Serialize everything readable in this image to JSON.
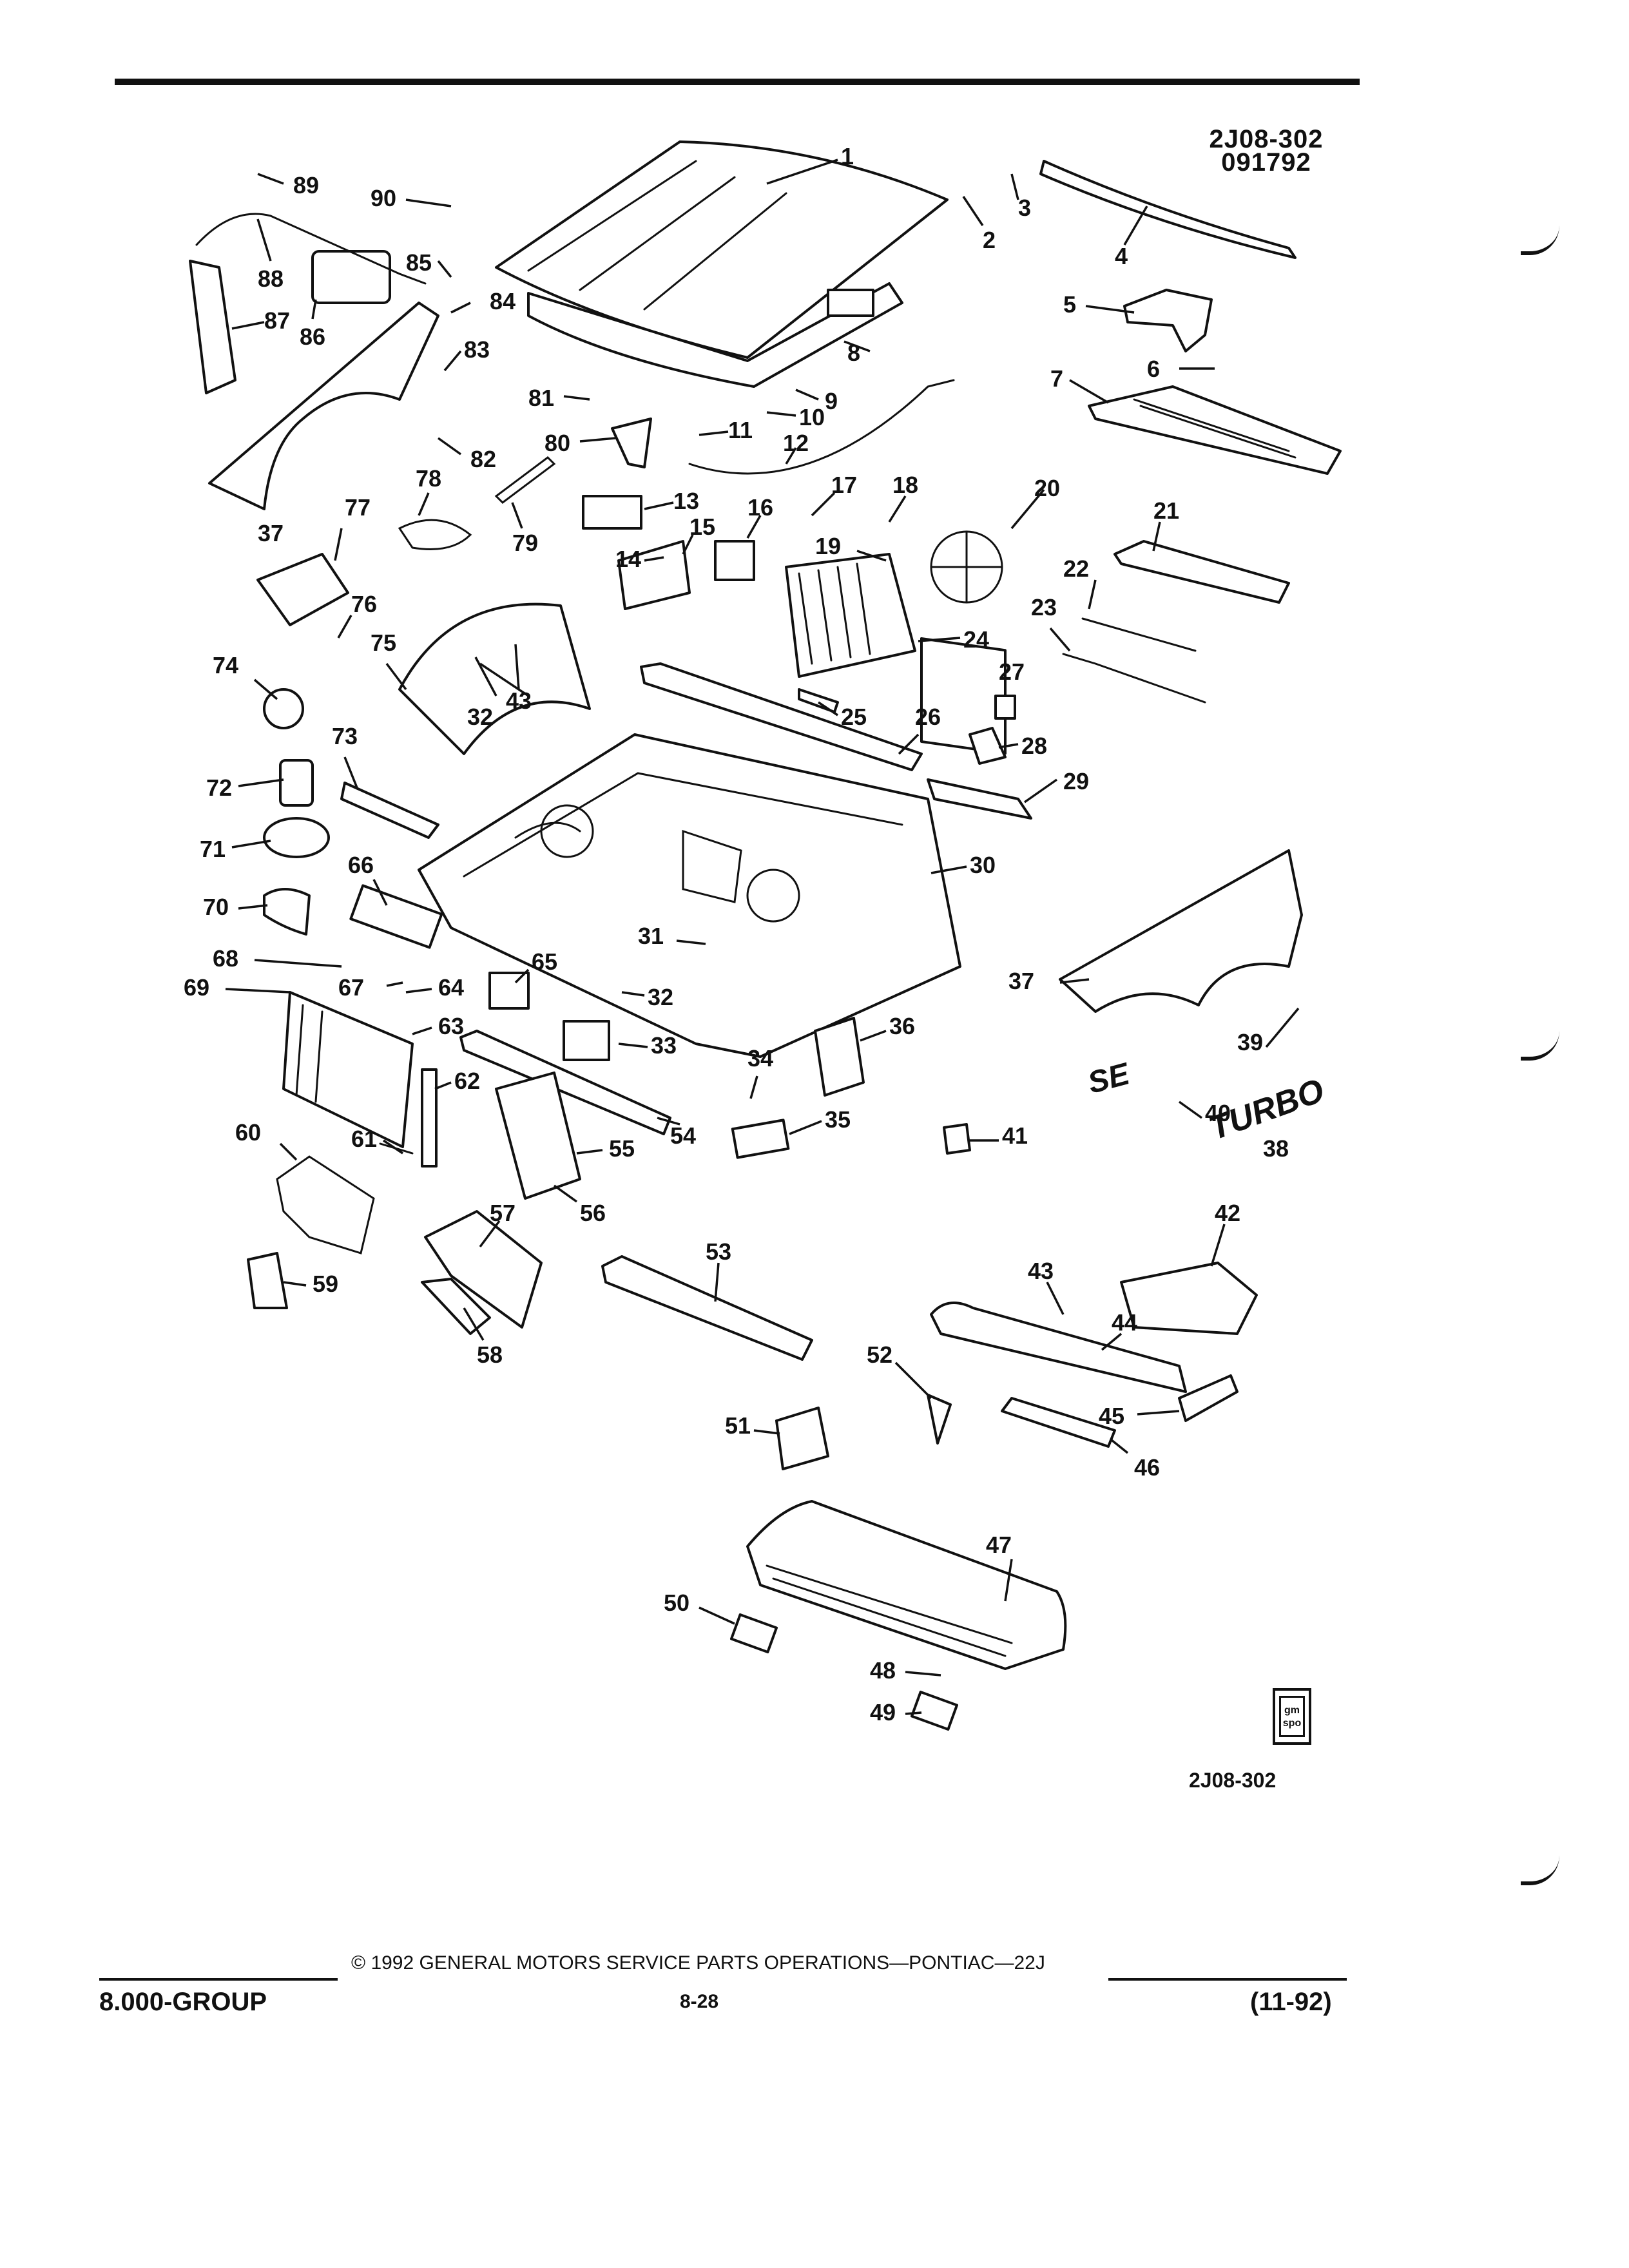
{
  "header": {
    "code": "2J08-302",
    "date_code": "091792"
  },
  "parts": [
    {
      "n": "1"
    },
    {
      "n": "2"
    },
    {
      "n": "3"
    },
    {
      "n": "4"
    },
    {
      "n": "5"
    },
    {
      "n": "6"
    },
    {
      "n": "7"
    },
    {
      "n": "8"
    },
    {
      "n": "9"
    },
    {
      "n": "10"
    },
    {
      "n": "11"
    },
    {
      "n": "12"
    },
    {
      "n": "13"
    },
    {
      "n": "14"
    },
    {
      "n": "15"
    },
    {
      "n": "16"
    },
    {
      "n": "17"
    },
    {
      "n": "18"
    },
    {
      "n": "19"
    },
    {
      "n": "20"
    },
    {
      "n": "21"
    },
    {
      "n": "22"
    },
    {
      "n": "23"
    },
    {
      "n": "24"
    },
    {
      "n": "25"
    },
    {
      "n": "26"
    },
    {
      "n": "27"
    },
    {
      "n": "28"
    },
    {
      "n": "29"
    },
    {
      "n": "30"
    },
    {
      "n": "31"
    },
    {
      "n": "32"
    },
    {
      "n": "32"
    },
    {
      "n": "33"
    },
    {
      "n": "34"
    },
    {
      "n": "35"
    },
    {
      "n": "36"
    },
    {
      "n": "37"
    },
    {
      "n": "37"
    },
    {
      "n": "38"
    },
    {
      "n": "39"
    },
    {
      "n": "40"
    },
    {
      "n": "41"
    },
    {
      "n": "42"
    },
    {
      "n": "43"
    },
    {
      "n": "43"
    },
    {
      "n": "44"
    },
    {
      "n": "45"
    },
    {
      "n": "46"
    },
    {
      "n": "47"
    },
    {
      "n": "48"
    },
    {
      "n": "49"
    },
    {
      "n": "50"
    },
    {
      "n": "51"
    },
    {
      "n": "52"
    },
    {
      "n": "53"
    },
    {
      "n": "54"
    },
    {
      "n": "55"
    },
    {
      "n": "56"
    },
    {
      "n": "57"
    },
    {
      "n": "58"
    },
    {
      "n": "59"
    },
    {
      "n": "60"
    },
    {
      "n": "61"
    },
    {
      "n": "62"
    },
    {
      "n": "63"
    },
    {
      "n": "64"
    },
    {
      "n": "65"
    },
    {
      "n": "66"
    },
    {
      "n": "67"
    },
    {
      "n": "68"
    },
    {
      "n": "69"
    },
    {
      "n": "70"
    },
    {
      "n": "71"
    },
    {
      "n": "72"
    },
    {
      "n": "73"
    },
    {
      "n": "74"
    },
    {
      "n": "75"
    },
    {
      "n": "76"
    },
    {
      "n": "77"
    },
    {
      "n": "78"
    },
    {
      "n": "79"
    },
    {
      "n": "80"
    },
    {
      "n": "81"
    },
    {
      "n": "82"
    },
    {
      "n": "83"
    },
    {
      "n": "84"
    },
    {
      "n": "85"
    },
    {
      "n": "86"
    },
    {
      "n": "87"
    },
    {
      "n": "88"
    },
    {
      "n": "89"
    },
    {
      "n": "90"
    }
  ],
  "emblems": {
    "model": "SE",
    "turbo": "TURBO",
    "logo_text": "gm spo"
  },
  "footer": {
    "code": "2J08-302",
    "copyright": "© 1992 GENERAL MOTORS SERVICE PARTS OPERATIONS—PONTIAC—22J",
    "group": "8.000-GROUP",
    "page": "8-28",
    "date": "(11-92)"
  }
}
